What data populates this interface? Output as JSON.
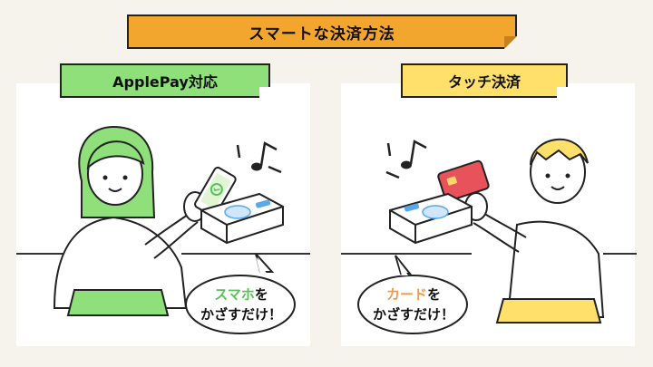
{
  "title": "スマートな決済方法",
  "left_panel": {
    "label": "ApplePay対応",
    "bubble": {
      "highlight": "スマホ",
      "rest_line1": "を",
      "line2": "かざすだけ！"
    }
  },
  "right_panel": {
    "label": "タッチ決済",
    "bubble": {
      "highlight": "カード",
      "rest_line1": "を",
      "line2": "かざすだけ！"
    }
  },
  "colors": {
    "title_bg": "#f3a62e",
    "green": "#8fe07a",
    "yellow": "#ffe06a",
    "card_red": "#e8525a",
    "reader_blue": "#5aa8e8"
  }
}
